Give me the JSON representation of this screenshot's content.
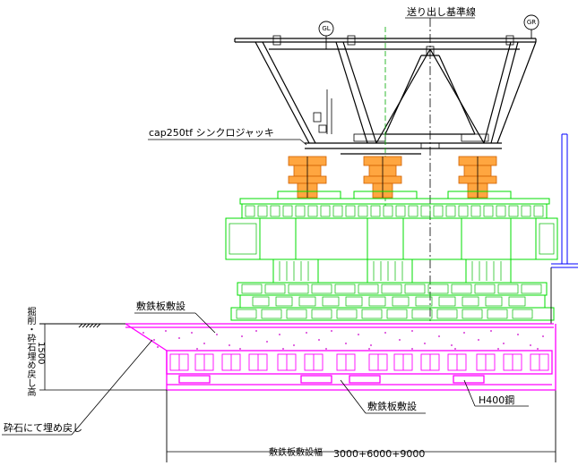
{
  "labels": {
    "send_baseline": "送り出し基準線",
    "jack": "cap250tf シンクロジャッキ",
    "steel_plate_upper": "敷鉄板敷設",
    "steel_plate_lower": "敷鉄板敷設",
    "h400": "H400鋼",
    "backfill": "砕石にて埋め戻し",
    "excavation_height_vertical": "掘削・砕石埋め戻し高",
    "excavation_height_value": "1500",
    "width_label": "敷鉄板敷設幅",
    "width_value": "3000+6000+9000",
    "gl_left": "GL",
    "gl_right": "GR"
  },
  "colors": {
    "line": "#000000",
    "crib": "#00dd00",
    "jack": "#ff8c00",
    "pad": "#ff00ff",
    "concrete_dot": "#cc00cc",
    "wall": "#0000ff",
    "center_line": "#008000"
  }
}
